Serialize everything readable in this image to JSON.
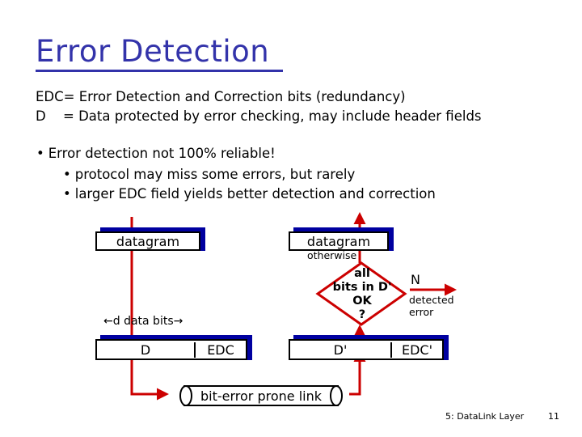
{
  "slide": {
    "title": "Error Detection",
    "title_color": "#3333aa",
    "accent_red": "#cc0000",
    "accent_blue": "#0000a0",
    "body": {
      "edc_definition": "EDC= Error Detection and Correction bits (redundancy)",
      "d_label": "D",
      "d_definition": "= Data protected by error checking, may include header fields",
      "bullets": [
        {
          "marker": "•",
          "text": "Error detection not 100% reliable!"
        },
        {
          "marker": "•",
          "text": "protocol may miss some errors, but rarely"
        },
        {
          "marker": "•",
          "text": "larger EDC field yields better detection and correction"
        }
      ]
    },
    "diagram": {
      "datagram_sender": "datagram",
      "datagram_receiver": "datagram",
      "otherwise_label": "otherwise",
      "decision": {
        "line1": "all",
        "line2": "bits in D'",
        "line3": "OK",
        "line4": "?"
      },
      "no_branch_label": "N",
      "detected_error_line1": "detected",
      "detected_error_line2": "error",
      "data_bits_label": "←d data bits→",
      "sender_frame": {
        "data": "D",
        "edc": "EDC"
      },
      "receiver_frame": {
        "data": "D'",
        "edc": "EDC'"
      },
      "link_label": "bit-error prone link"
    },
    "footer": {
      "chapter": "5: DataLink Layer",
      "page": "11"
    }
  }
}
